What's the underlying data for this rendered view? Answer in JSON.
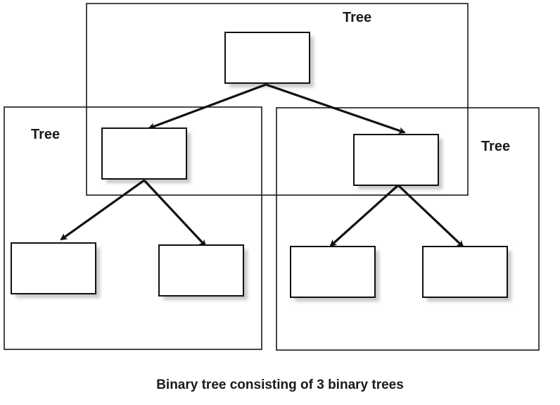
{
  "labels": {
    "top_tree": "Tree",
    "left_tree": "Tree",
    "right_tree": "Tree"
  },
  "caption": "Binary tree consisting of 3 binary trees",
  "colors": {
    "stroke": "#111111",
    "background": "#ffffff"
  }
}
